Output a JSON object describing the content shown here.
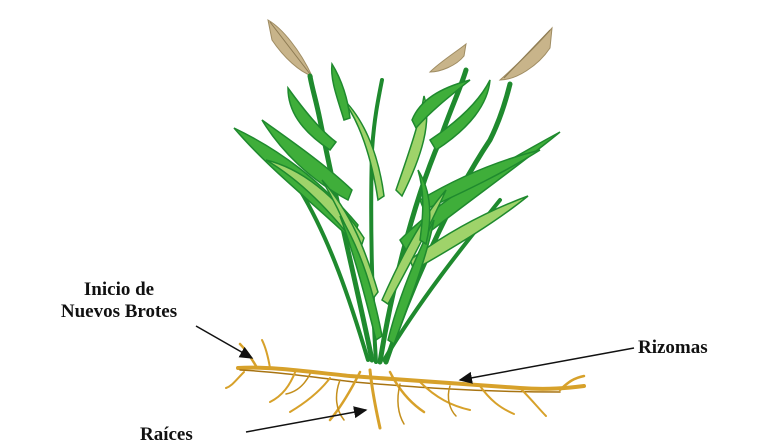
{
  "labels": {
    "brotes_line1": "Inicio de",
    "brotes_line2": "Nuevos Brotes",
    "rizomas": "Rizomas",
    "raices": "Raíces"
  },
  "colors": {
    "leaf_dark": "#1f8a2e",
    "leaf_light": "#9fd36a",
    "leaf_mid": "#3fae3a",
    "seedhead": "#c8b48a",
    "root": "#d7a12a",
    "root_dark": "#a87412",
    "arrow": "#111111"
  },
  "icons": [
    "plant-illustration",
    "seedhead-icon",
    "root-system"
  ]
}
